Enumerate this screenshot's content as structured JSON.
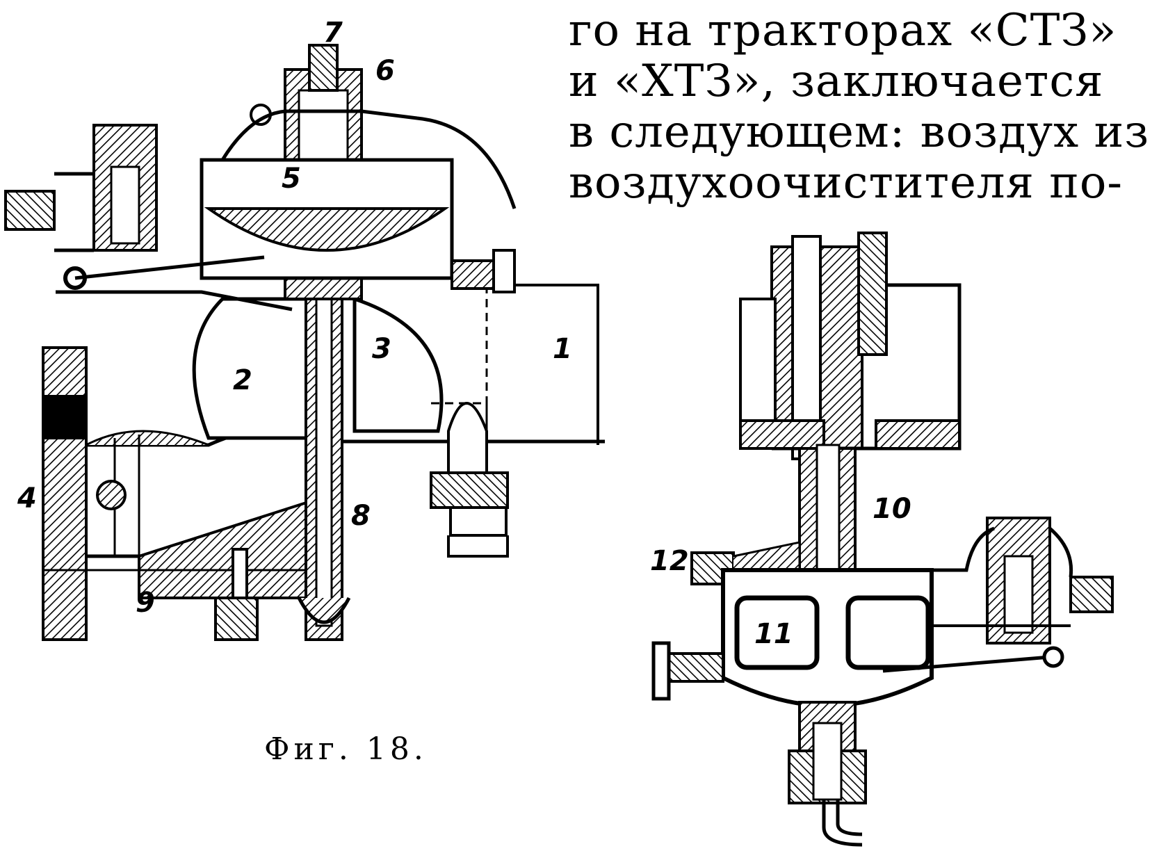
{
  "text": {
    "lines": [
      "го  на тракторах «СТЗ»",
      "и  «ХТЗ», заключается",
      "в следующем: воздух из",
      "воздухоочистителя  по-"
    ]
  },
  "figure": {
    "caption": "Фиг. 18.",
    "labels_left": [
      "1",
      "2",
      "3",
      "4",
      "5",
      "6",
      "7",
      "8",
      "9"
    ],
    "labels_right": [
      "10",
      "11",
      "12"
    ]
  }
}
